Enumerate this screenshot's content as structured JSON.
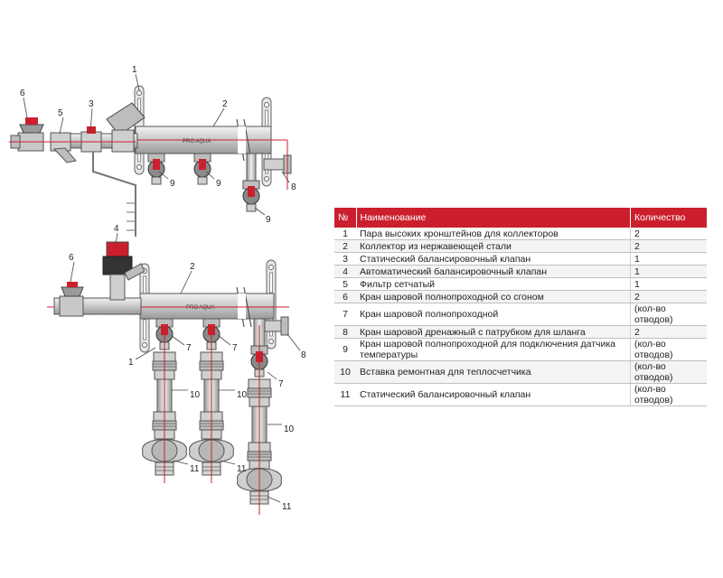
{
  "diagram": {
    "callouts": [
      "1",
      "2",
      "3",
      "4",
      "5",
      "6",
      "7",
      "8",
      "9",
      "10",
      "11"
    ],
    "brand_label": "PRO AQUA",
    "colors": {
      "outline": "#555555",
      "metal": "#d9d9d9",
      "accent": "#cc1f2d",
      "dark_metal": "#444444"
    }
  },
  "table": {
    "headers": {
      "num": "№",
      "name": "Наименование",
      "qty": "Количество"
    },
    "rows": [
      {
        "num": "1",
        "name": "Пара высоких кронштейнов для коллекторов",
        "qty": "2"
      },
      {
        "num": "2",
        "name": "Коллектор из нержавеющей стали",
        "qty": "2"
      },
      {
        "num": "3",
        "name": "Статический балансировочный клапан",
        "qty": "1"
      },
      {
        "num": "4",
        "name": "Автоматический балансировочный клапан",
        "qty": "1"
      },
      {
        "num": "5",
        "name": "Фильтр сетчатый",
        "qty": "1"
      },
      {
        "num": "6",
        "name": "Кран шаровой полнопроходной со сгоном",
        "qty": "2"
      },
      {
        "num": "7",
        "name": "Кран шаровой полнопроходной",
        "qty": "(кол-во отводов)"
      },
      {
        "num": "8",
        "name": "Кран шаровой дренажный с патрубком для шланга",
        "qty": "2"
      },
      {
        "num": "9",
        "name": "Кран шаровой полнопроходной для подключения датчика температуры",
        "qty": "(кол-во отводов)"
      },
      {
        "num": "10",
        "name": "Вставка ремонтная для теплосчетчика",
        "qty": "(кол-во отводов)"
      },
      {
        "num": "11",
        "name": "Статический балансировочный клапан",
        "qty": "(кол-во отводов)"
      }
    ]
  }
}
